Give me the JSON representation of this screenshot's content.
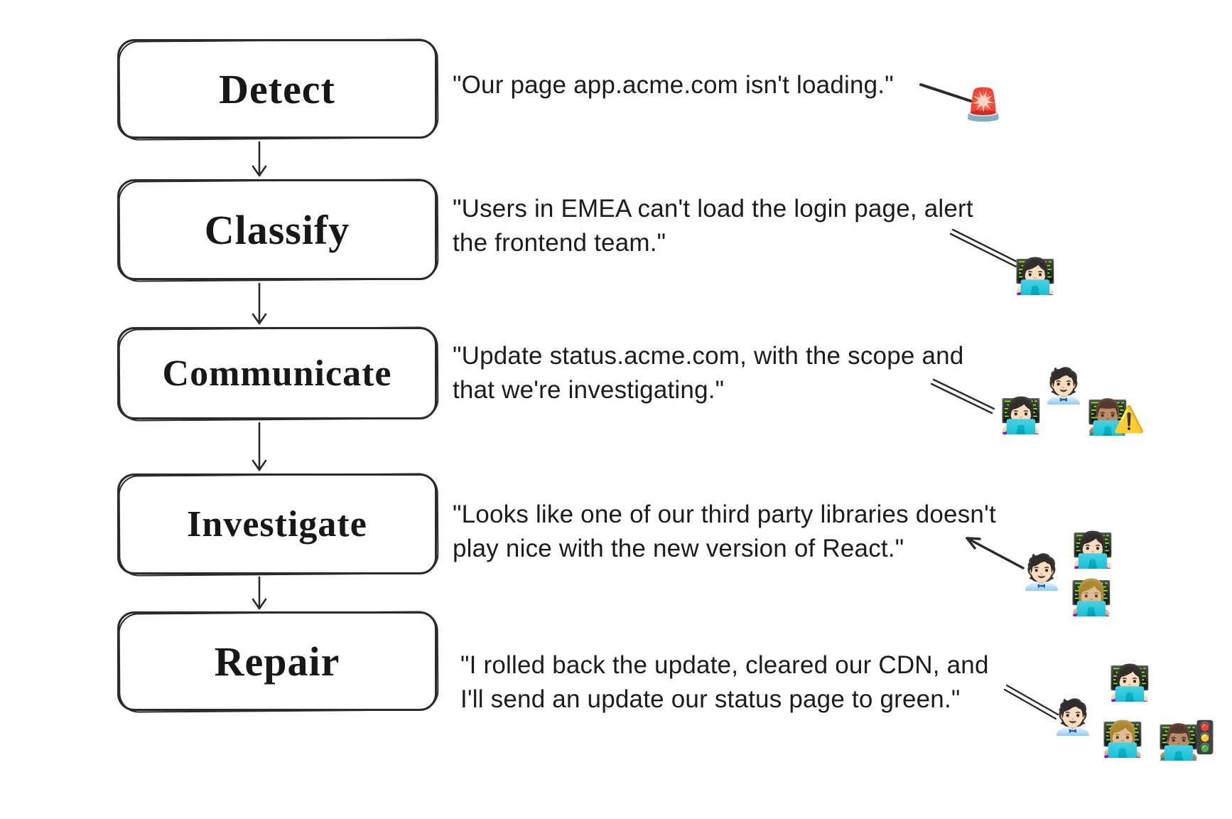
{
  "colors": {
    "ink": "#2b2b2b",
    "text": "#1c1c1e",
    "background": "#ffffff"
  },
  "steps": [
    {
      "id": "detect",
      "label": "Detect",
      "quote_lines": [
        "\"Our page app.acme.com isn't loading.\""
      ],
      "emojis": [
        {
          "name": "police-light-siren",
          "char": "🚨"
        }
      ]
    },
    {
      "id": "classify",
      "label": "Classify",
      "quote_lines": [
        "\"Users in EMEA can't load the login page, alert",
        "the frontend team.\""
      ],
      "emojis": [
        {
          "name": "woman-technologist",
          "char": "👩🏻‍💻"
        }
      ]
    },
    {
      "id": "communicate",
      "label": "Communicate",
      "quote_lines": [
        "\"Update status.acme.com, with the scope and",
        "that we're investigating.\""
      ],
      "emojis": [
        {
          "name": "woman-technologist",
          "char": "👩🏻‍💻"
        },
        {
          "name": "office-worker",
          "char": "🧑🏻‍💼"
        },
        {
          "name": "man-technologist-medium-skin",
          "char": "👨🏽‍💻"
        },
        {
          "name": "warning-sign",
          "char": "⚠️"
        }
      ]
    },
    {
      "id": "investigate",
      "label": "Investigate",
      "quote_lines": [
        "\"Looks like one of our third party libraries doesn't",
        "play nice with the new version of React.\""
      ],
      "emojis": [
        {
          "name": "office-worker",
          "char": "🧑🏻‍💼"
        },
        {
          "name": "woman-technologist",
          "char": "👩🏻‍💻"
        },
        {
          "name": "woman-technologist-blonde",
          "char": "👩🏼‍💻"
        }
      ]
    },
    {
      "id": "repair",
      "label": "Repair",
      "quote_lines": [
        "\"I rolled back the update, cleared our CDN, and",
        "I'll send an update our status page to green.\""
      ],
      "emojis": [
        {
          "name": "office-worker",
          "char": "🧑🏻‍💼"
        },
        {
          "name": "woman-technologist",
          "char": "👩🏻‍💻"
        },
        {
          "name": "woman-technologist-blonde",
          "char": "👩🏼‍💻"
        },
        {
          "name": "man-technologist-medium-skin",
          "char": "👨🏽‍💻"
        },
        {
          "name": "traffic-light",
          "char": "🚦"
        }
      ]
    }
  ]
}
